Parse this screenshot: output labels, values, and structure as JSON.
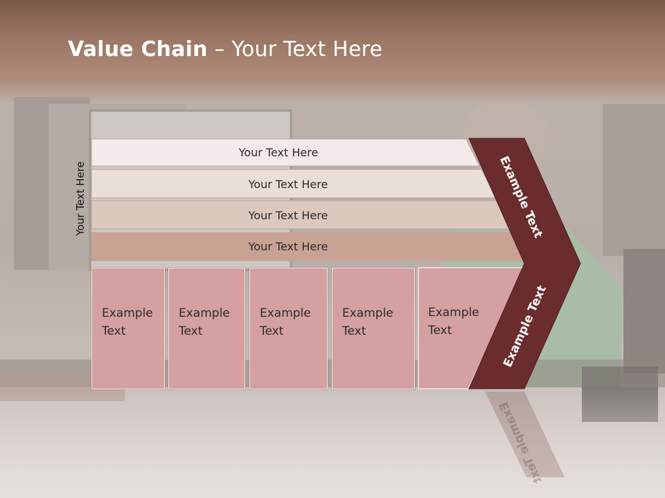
{
  "slide": {
    "title_bold": "Value Chain",
    "title_rest": " – Your Text Here",
    "side_label": "Your Text Here",
    "rows": [
      {
        "label": "Your Text Here",
        "color": "#f3ebe9"
      },
      {
        "label": "Your Text Here",
        "color": "#eaded9"
      },
      {
        "label": "Your Text Here",
        "color": "#ddc8bd"
      },
      {
        "label": "Your Text Here",
        "color": "#c8a394"
      }
    ],
    "cells": [
      {
        "label": "Example Text"
      },
      {
        "label": "Example Text"
      },
      {
        "label": "Example Text"
      },
      {
        "label": "Example Text"
      },
      {
        "label": "Example Text"
      }
    ],
    "arrow_top_text": "Example Text",
    "arrow_bottom_text": "Example Text",
    "arrow_color": "#6b2c2e",
    "cell_color": "#d4a0a2"
  }
}
